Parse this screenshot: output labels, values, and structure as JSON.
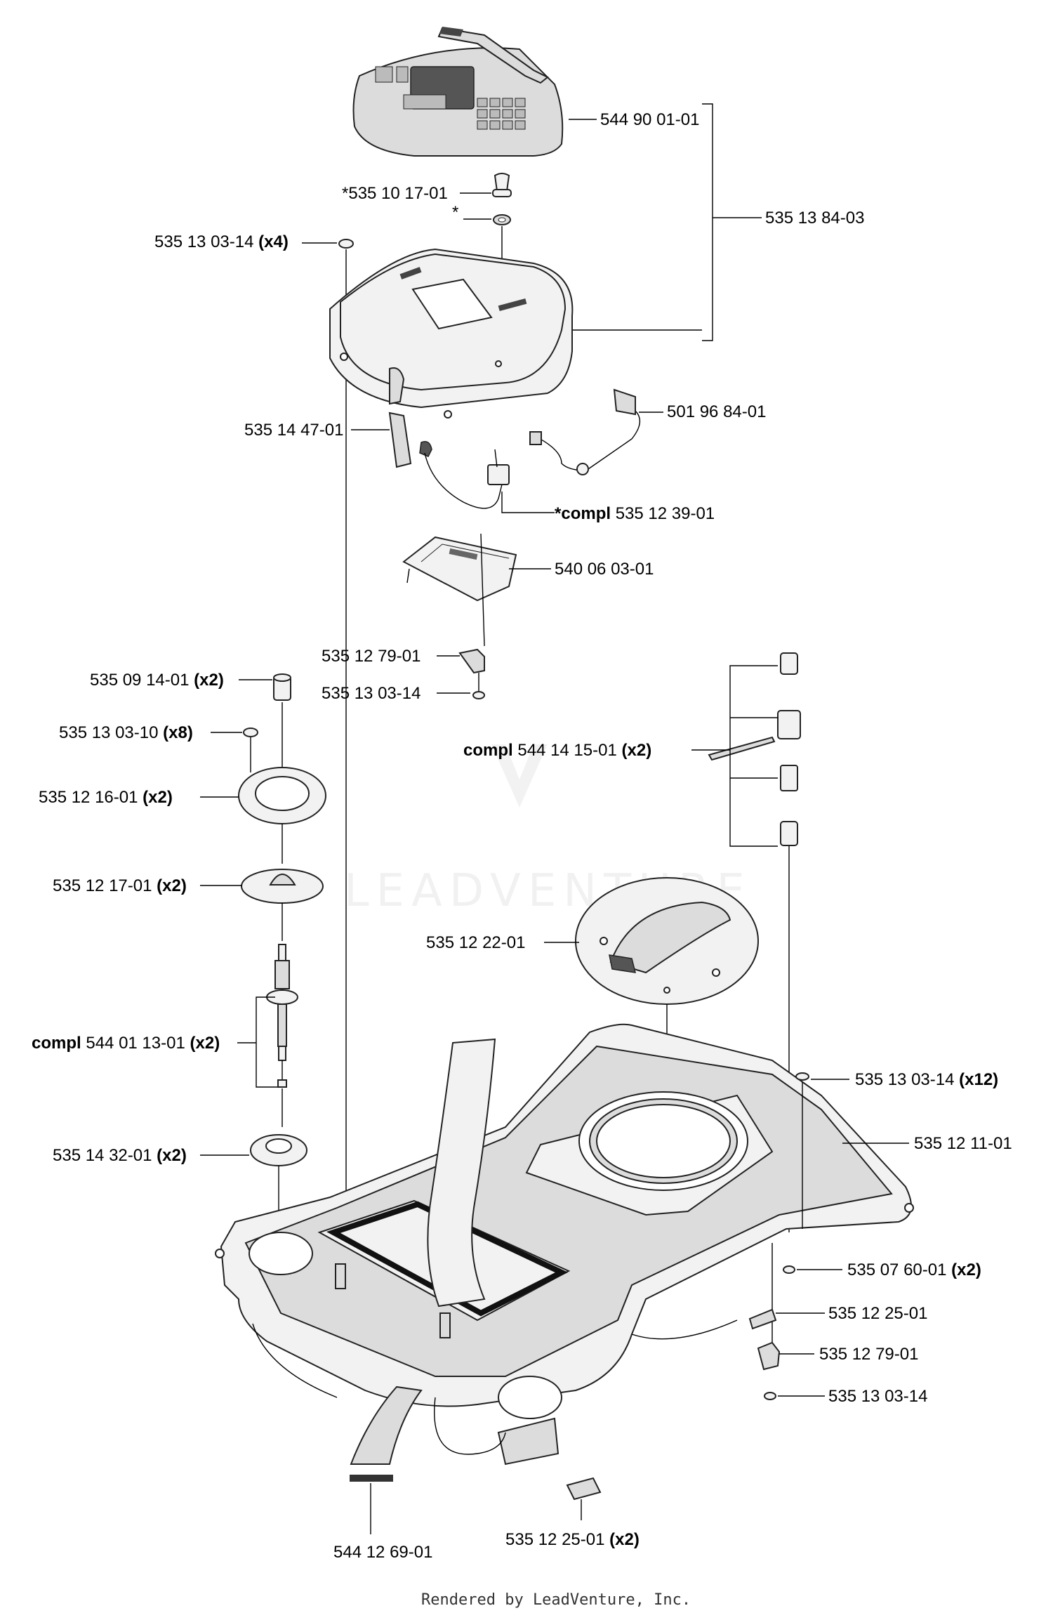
{
  "watermark": "LEADVENTURE",
  "footer": "Rendered by LeadVenture, Inc.",
  "labels": {
    "keypad": "544 90 01-01",
    "knob": "*535 10 17-01",
    "washer": "*",
    "screw_top": "535 13 03-14",
    "screw_top_qty": "(x4)",
    "cover_assy": "535 13 84-03",
    "switch_cover": "535 14 47-01",
    "cable_501": "501 96 84-01",
    "compl_prefix": "*compl",
    "switch_assy": "535 12 39-01",
    "board": "540 06 03-01",
    "clip_upper": "535 12 79-01",
    "screw_clip": "535 13 03-14",
    "spacer": "535 09 14-01",
    "spacer_qty": "(x2)",
    "screw_plate": "535 13 03-10",
    "screw_plate_qty": "(x8)",
    "plate": "535 12 16-01",
    "plate_qty": "(x2)",
    "dome": "535 12 17-01",
    "dome_qty": "(x2)",
    "sensor_prefix": "compl",
    "sensor_assy": "544 14 15-01",
    "sensor_qty": "(x2)",
    "disc": "535 12 22-01",
    "shaft_prefix": "compl",
    "shaft_assy": "544 01 13-01",
    "shaft_qty": "(x2)",
    "screw_chassis": "535 13 03-14",
    "screw_chassis_qty": "(x12)",
    "chassis": "535 12 11-01",
    "bushing": "535 14 32-01",
    "bushing_qty": "(x2)",
    "nut": "535 07 60-01",
    "nut_qty": "(x2)",
    "plate_small": "535 12 25-01",
    "clip_lower": "535 12 79-01",
    "screw_lower": "535 13 03-14",
    "plate_bottom": "535 12 25-01",
    "plate_bottom_qty": "(x2)",
    "ribbon": "544 12 69-01"
  }
}
